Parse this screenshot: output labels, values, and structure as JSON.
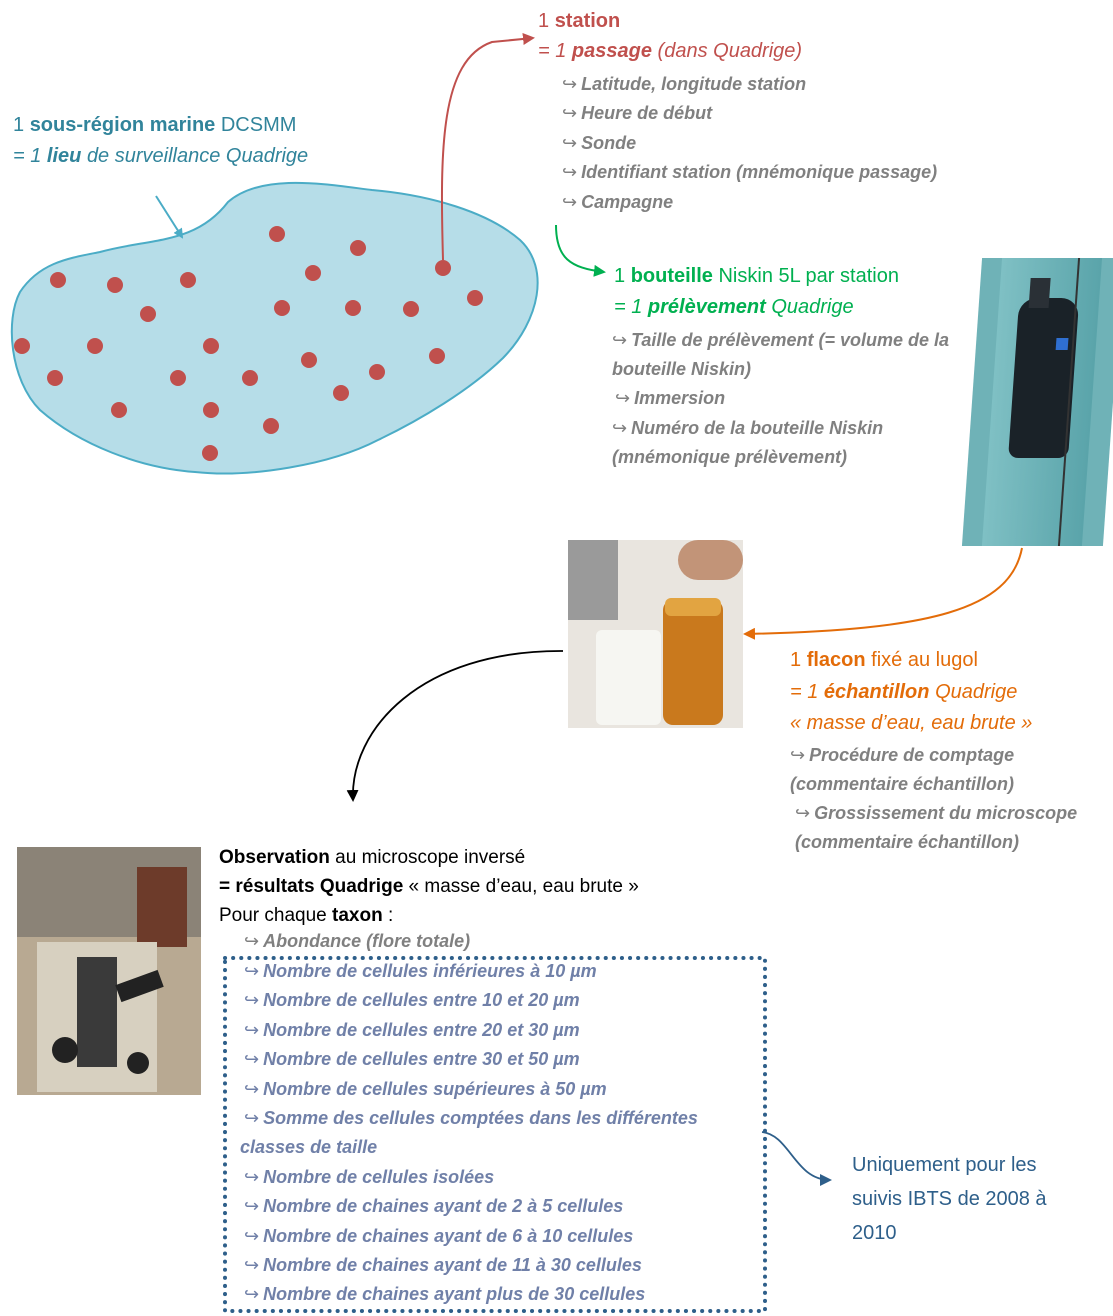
{
  "region": {
    "line1": {
      "count": "1",
      "bold": "sous-région marine",
      "rest": "DCSMM"
    },
    "line2": {
      "prefix": "= 1",
      "bold": "lieu",
      "rest": "de surveillance Quadrige"
    }
  },
  "station": {
    "line1": {
      "count": "1",
      "bold": "station"
    },
    "line2": {
      "prefix": "= 1",
      "bold": "passage",
      "rest": "(dans Quadrige)"
    },
    "items": [
      "Latitude, longitude station",
      "Heure de début",
      "Sonde",
      "Identifiant station (mnémonique passage)",
      "Campagne"
    ]
  },
  "bottle": {
    "line1": {
      "count": "1",
      "bold": "bouteille",
      "rest": "Niskin 5L par station"
    },
    "line2": {
      "prefix": "= 1",
      "bold": "prélèvement",
      "rest": "Quadrige"
    },
    "items": [
      "Taille de prélèvement (= volume de la bouteille Niskin)",
      "Immersion",
      "Numéro de la bouteille Niskin (mnémonique prélèvement)"
    ]
  },
  "flask": {
    "line1": {
      "count": "1",
      "bold": "flacon",
      "rest": "fixé au lugol"
    },
    "line2": {
      "prefix": "= 1",
      "bold": "échantillon",
      "rest": "Quadrige"
    },
    "line3": "« masse d’eau, eau brute »",
    "items": [
      "Procédure de comptage (commentaire échantillon)",
      "Grossissement du microscope (commentaire échantillon)"
    ]
  },
  "observation": {
    "line1": {
      "bold": "Observation",
      "rest": "au microscope inversé"
    },
    "line2": {
      "bold": "= résultats Quadrige",
      "rest": "« masse d’eau, eau brute »"
    },
    "line3": {
      "prefix": "Pour chaque",
      "bold": "taxon",
      "rest": ":"
    },
    "first_item": "Abondance (flore totale)",
    "items": [
      "Nombre de cellules inférieures à 10 µm",
      "Nombre de cellules entre 10 et 20 µm",
      "Nombre de cellules entre 20 et 30 µm",
      "Nombre de cellules entre 30 et 50 µm",
      "Nombre de cellules supérieures à 50 µm",
      "Somme des cellules comptées dans les différentes classes de taille",
      "Nombre de cellules isolées",
      "Nombre de chaines ayant de 2 à 5 cellules",
      "Nombre de chaines ayant de 6 à 10 cellules",
      "Nombre de chaines ayant de 11 à 30 cellules",
      "Nombre de chaines ayant plus de 30 cellules"
    ]
  },
  "note": {
    "text": "Uniquement pour les suivis IBTS de 2008 à 2010"
  },
  "colors": {
    "region": "#31849b",
    "station": "#c0504d",
    "bottle": "#00b050",
    "flask": "#e36c09",
    "items": "#808080",
    "list": "#7080a8",
    "note": "#2e5f8a",
    "region_fill": "#b6dde8"
  }
}
